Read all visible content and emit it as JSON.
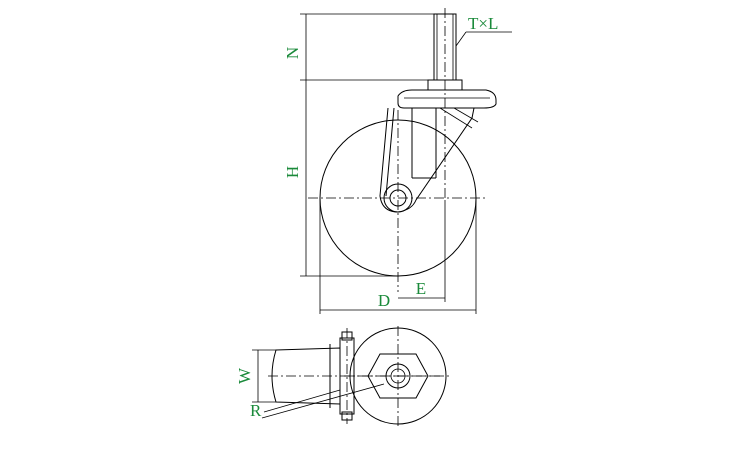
{
  "colors": {
    "label": "#1a8a3a",
    "line": "#000000",
    "background": "#ffffff"
  },
  "labels": {
    "thread": "T×L",
    "n": "N",
    "h": "H",
    "e": "E",
    "d": "D",
    "w": "W",
    "r": "R"
  }
}
